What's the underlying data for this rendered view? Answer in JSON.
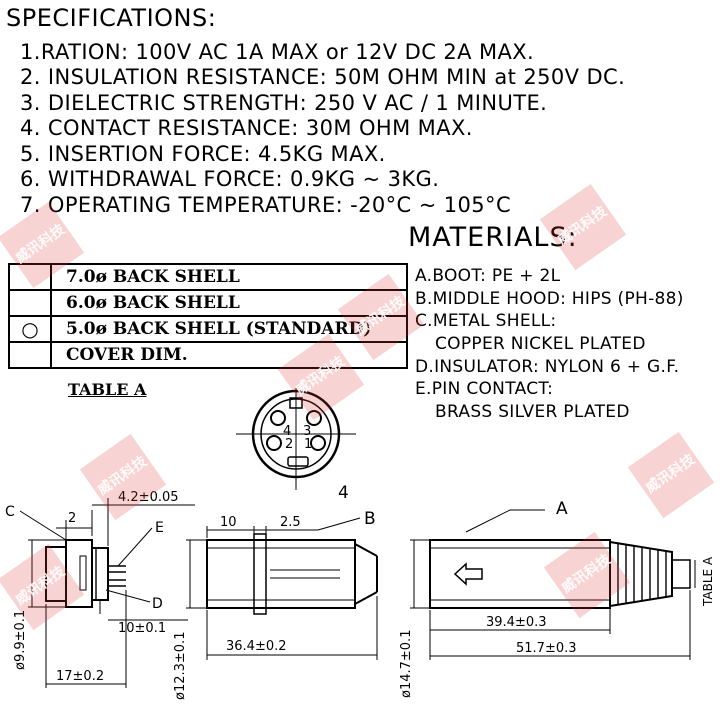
{
  "specifications": {
    "title": "SPECIFICATIONS:",
    "items": [
      "1.RATION: 100V AC 1A MAX or  12V DC 2A MAX.",
      "2. INSULATION RESISTANCE:  50M OHM MIN at 250V DC.",
      "3. DIELECTRIC STRENGTH:  250 V AC / 1 MINUTE.",
      "4. CONTACT RESISTANCE:  30M OHM MAX.",
      "5. INSERTION FORCE:  4.5KG MAX.",
      "6. WITHDRAWAL FORCE:  0.9KG ~ 3KG.",
      "7. OPERATING TEMPERATURE:    -20°C ~ 105°C"
    ]
  },
  "materials": {
    "title": "MATERIALS:",
    "lines": [
      "A.BOOT:  PE + 2L",
      "B.MIDDLE HOOD: HIPS (PH-88)",
      "C.METAL SHELL:",
      "COPPER NICKEL PLATED",
      "D.INSULATOR: NYLON 6 + G.F.",
      "E.PIN CONTACT:",
      "BRASS SILVER PLATED"
    ]
  },
  "table_a": {
    "rows": [
      {
        "mark": "",
        "label": "7.0ø BACK SHELL"
      },
      {
        "mark": "",
        "label": "6.0ø BACK SHELL"
      },
      {
        "mark": "○",
        "label": "5.0ø BACK SHELL (STANDARD)"
      },
      {
        "mark": "",
        "label": "COVER DIM."
      }
    ],
    "caption": "TABLE A"
  },
  "pin_view": {
    "pins": [
      "4",
      "3",
      "2",
      "1"
    ],
    "caption": "4"
  },
  "drawing_labels": {
    "left": {
      "c": "C",
      "e": "E",
      "d": "D",
      "dim_2": "2",
      "dim_42": "4.2±0.05",
      "dim_10": "10±0.1",
      "dim_17": "17±0.2",
      "dim_99": "ø9.9±0.1"
    },
    "middle": {
      "b": "B",
      "dim_10": "10",
      "dim_25": "2.5",
      "dim_364": "36.4±0.2",
      "dim_123": "ø12.3±0.1"
    },
    "right": {
      "a": "A",
      "dim_394": "39.4±0.3",
      "dim_517": "51.7±0.3",
      "dim_147": "ø14.7±0.1",
      "table_a": "TABLE A"
    }
  },
  "watermark": {
    "text": "威讯科技"
  },
  "colors": {
    "ink": "#000000",
    "watermark": "#e13737"
  }
}
